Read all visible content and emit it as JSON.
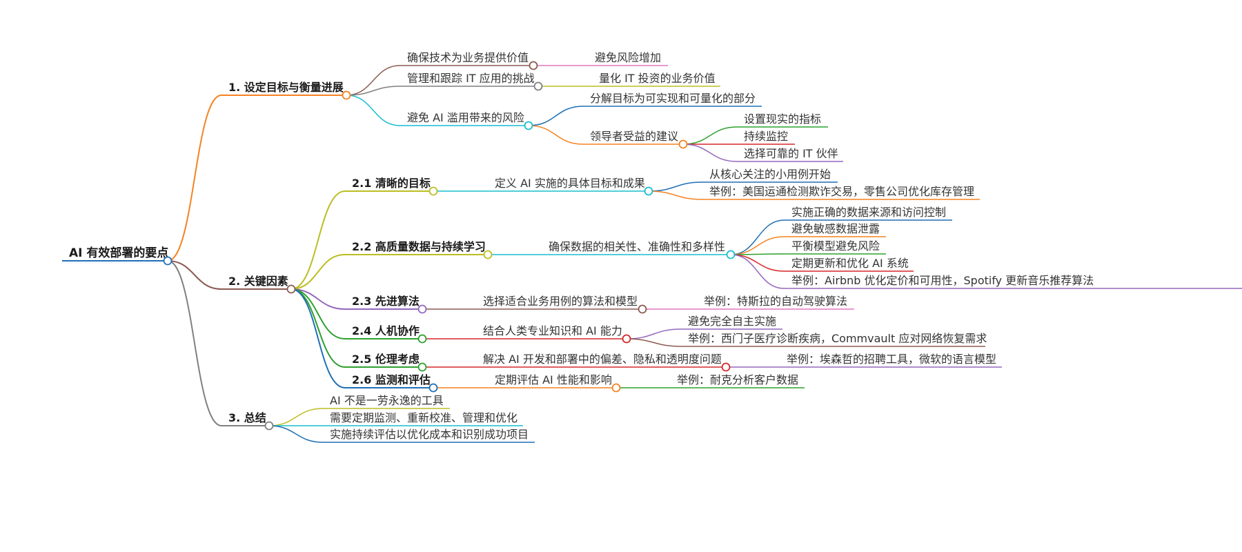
{
  "root": {
    "id": "root",
    "text": "AI 有效部署的要点",
    "children": [
      {
        "id": "n1",
        "text": "1. 设定目标与衡量进展",
        "children": [
          {
            "id": "n1a",
            "text": "确保技术为业务提供价值",
            "children": [
              {
                "id": "n1a1",
                "text": "避免风险增加"
              }
            ]
          },
          {
            "id": "n1b",
            "text": "管理和跟踪 IT 应用的挑战",
            "children": [
              {
                "id": "n1b1",
                "text": "量化 IT 投资的业务价值"
              }
            ]
          },
          {
            "id": "n1c",
            "text": "避免 AI 滥用带来的风险",
            "children": [
              {
                "id": "n1c1",
                "text": "分解目标为可实现和可量化的部分"
              },
              {
                "id": "n1c2",
                "text": "领导者受益的建议",
                "children": [
                  {
                    "id": "n1c2a",
                    "text": "设置现实的指标"
                  },
                  {
                    "id": "n1c2b",
                    "text": "持续监控"
                  },
                  {
                    "id": "n1c2c",
                    "text": "选择可靠的 IT 伙伴"
                  }
                ]
              }
            ]
          }
        ]
      },
      {
        "id": "n2",
        "text": "2. 关键因素",
        "children": [
          {
            "id": "n21",
            "text": "2.1 清晰的目标",
            "children": [
              {
                "id": "n21a",
                "text": "定义 AI 实施的具体目标和成果",
                "children": [
                  {
                    "id": "n21a1",
                    "text": "从核心关注的小用例开始"
                  },
                  {
                    "id": "n21a2",
                    "text": "举例：美国运通检测欺诈交易，零售公司优化库存管理"
                  }
                ]
              }
            ]
          },
          {
            "id": "n22",
            "text": "2.2 高质量数据与持续学习",
            "children": [
              {
                "id": "n22a",
                "text": "确保数据的相关性、准确性和多样性",
                "children": [
                  {
                    "id": "n22a1",
                    "text": "实施正确的数据来源和访问控制"
                  },
                  {
                    "id": "n22a2",
                    "text": "避免敏感数据泄露"
                  },
                  {
                    "id": "n22a3",
                    "text": "平衡模型避免风险"
                  },
                  {
                    "id": "n22a4",
                    "text": "定期更新和优化 AI 系统"
                  },
                  {
                    "id": "n22a5",
                    "text": "举例：Airbnb 优化定价和可用性，Spotify 更新音乐推荐算法"
                  }
                ]
              }
            ]
          },
          {
            "id": "n23",
            "text": "2.3 先进算法",
            "children": [
              {
                "id": "n23a",
                "text": "选择适合业务用例的算法和模型",
                "children": [
                  {
                    "id": "n23a1",
                    "text": "举例：特斯拉的自动驾驶算法"
                  }
                ]
              }
            ]
          },
          {
            "id": "n24",
            "text": "2.4 人机协作",
            "children": [
              {
                "id": "n24a",
                "text": "结合人类专业知识和 AI 能力",
                "children": [
                  {
                    "id": "n24a1",
                    "text": "避免完全自主实施"
                  },
                  {
                    "id": "n24a2",
                    "text": "举例：西门子医疗诊断疾病，Commvault 应对网络恢复需求"
                  }
                ]
              }
            ]
          },
          {
            "id": "n25",
            "text": "2.5 伦理考虑",
            "children": [
              {
                "id": "n25a",
                "text": "解决 AI 开发和部署中的偏差、隐私和透明度问题",
                "children": [
                  {
                    "id": "n25a1",
                    "text": "举例：埃森哲的招聘工具，微软的语言模型"
                  }
                ]
              }
            ]
          },
          {
            "id": "n26",
            "text": "2.6 监测和评估",
            "children": [
              {
                "id": "n26a",
                "text": "定期评估 AI 性能和影响",
                "children": [
                  {
                    "id": "n26a1",
                    "text": "举例：耐克分析客户数据"
                  }
                ]
              }
            ]
          }
        ]
      },
      {
        "id": "n3",
        "text": "3. 总结",
        "children": [
          {
            "id": "n3a",
            "text": "AI 不是一劳永逸的工具"
          },
          {
            "id": "n3b",
            "text": "需要定期监测、重新校准、管理和优化"
          },
          {
            "id": "n3c",
            "text": "实施持续评估以优化成本和识别成功项目"
          }
        ]
      }
    ]
  }
}
